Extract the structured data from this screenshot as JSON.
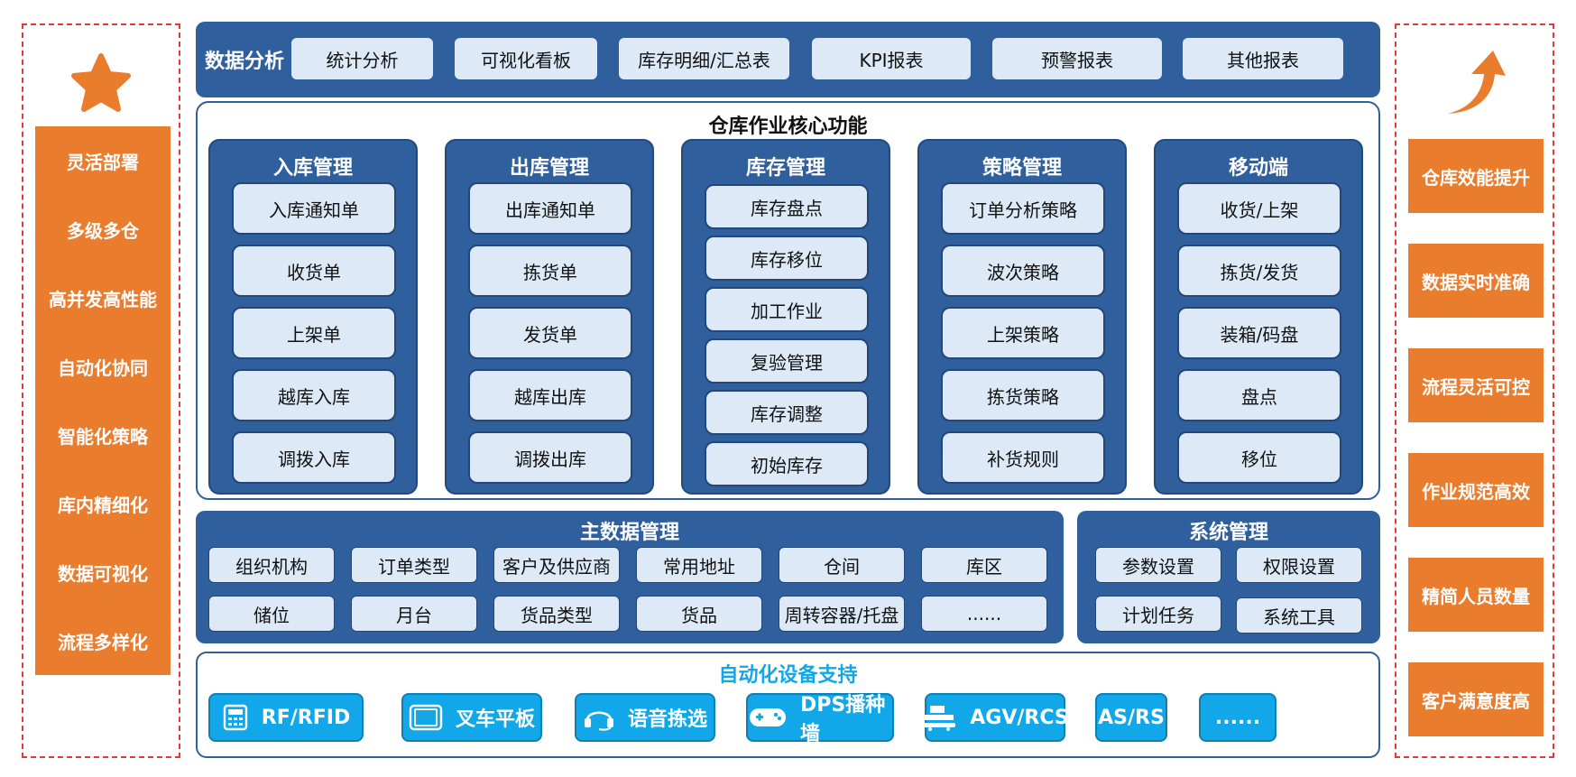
{
  "colors": {
    "navy": "#2f5f9d",
    "light_chip": "#dde9f7",
    "orange": "#ea7d2d",
    "cyan": "#12a7e8",
    "dashed_red": "#e8373a"
  },
  "left_panel": {
    "icon": "star-icon",
    "items": [
      "灵活部署",
      "多级多仓",
      "高并发高性能",
      "自动化协同",
      "智能化策略",
      "库内精细化",
      "数据可视化",
      "流程多样化"
    ]
  },
  "right_panel": {
    "icon": "curved-up-arrow-icon",
    "items": [
      "仓库效能提升",
      "数据实时准确",
      "流程灵活可控",
      "作业规范高效",
      "精简人员数量",
      "客户满意度高"
    ]
  },
  "data_analysis": {
    "label": "数据分析",
    "items": [
      "统计分析",
      "可视化看板",
      "库存明细/汇总表",
      "KPI报表",
      "预警报表",
      "其他报表"
    ]
  },
  "core": {
    "title": "仓库作业核心功能",
    "columns": [
      {
        "title": "入库管理",
        "items": [
          "入库通知单",
          "收货单",
          "上架单",
          "越库入库",
          "调拨入库"
        ]
      },
      {
        "title": "出库管理",
        "items": [
          "出库通知单",
          "拣货单",
          "发货单",
          "越库出库",
          "调拨出库"
        ]
      },
      {
        "title": "库存管理",
        "items": [
          "库存盘点",
          "库存移位",
          "加工作业",
          "复验管理",
          "库存调整",
          "初始库存"
        ]
      },
      {
        "title": "策略管理",
        "items": [
          "订单分析策略",
          "波次策略",
          "上架策略",
          "拣货策略",
          "补货规则"
        ]
      },
      {
        "title": "移动端",
        "items": [
          "收货/上架",
          "拣货/发货",
          "装箱/码盘",
          "盘点",
          "移位"
        ]
      }
    ]
  },
  "master_data": {
    "title": "主数据管理",
    "items": [
      "组织机构",
      "订单类型",
      "客户及供应商",
      "常用地址",
      "仓间",
      "库区",
      "储位",
      "月台",
      "货品类型",
      "货品",
      "周转容器/托盘",
      "......"
    ]
  },
  "system_mgmt": {
    "title": "系统管理",
    "items": [
      "参数设置",
      "权限设置",
      "计划任务",
      "系统工具"
    ]
  },
  "automation": {
    "title": "自动化设备支持",
    "devices": [
      {
        "label": "RF/RFID",
        "icon": "rf-scanner-icon"
      },
      {
        "label": "叉车平板",
        "icon": "tablet-icon"
      },
      {
        "label": "语音拣选",
        "icon": "headset-icon"
      },
      {
        "label": "DPS播种墙",
        "icon": "gamepad-icon"
      },
      {
        "label": "AGV/RCS",
        "icon": "agv-robot-icon"
      },
      {
        "label": "AS/RS",
        "icon": ""
      },
      {
        "label": "......",
        "icon": ""
      }
    ]
  }
}
